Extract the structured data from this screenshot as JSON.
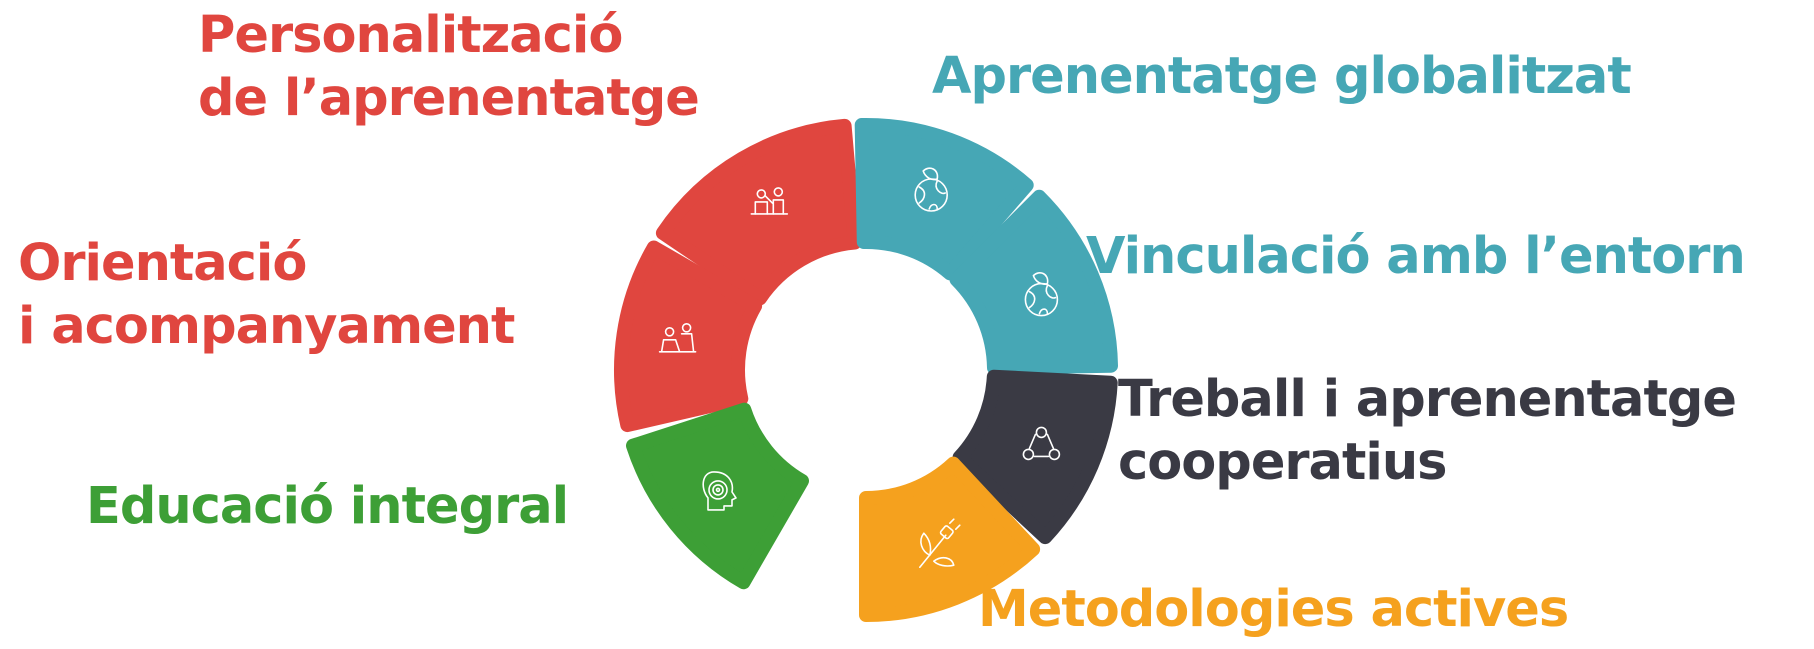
{
  "segments": [
    {
      "id": "personalitzacio",
      "lines": [
        "Personalització",
        "de l’aprenentatge"
      ],
      "color": "#e0463f",
      "icon": "teacher-student-icon"
    },
    {
      "id": "orientacio",
      "lines": [
        "Orientació",
        "i acompanyament"
      ],
      "color": "#e0463f",
      "icon": "mentoring-icon"
    },
    {
      "id": "educacio",
      "lines": [
        "Educació integral"
      ],
      "color": "#3d9f36",
      "icon": "head-target-icon"
    },
    {
      "id": "aprenentatge-globalitzat",
      "lines": [
        "Aprenentatge globalitzat"
      ],
      "color": "#46a7b5",
      "icon": "globe-leaf-icon"
    },
    {
      "id": "vinculacio",
      "lines": [
        "Vinculació amb l’entorn"
      ],
      "color": "#46a7b5",
      "icon": "globe-leaf-icon"
    },
    {
      "id": "treball",
      "lines": [
        "Treball i aprenentatge",
        "cooperatius"
      ],
      "color": "#3a3a44",
      "icon": "cooperative-group-icon"
    },
    {
      "id": "metodologies",
      "lines": [
        "Metodologies actives"
      ],
      "color": "#f5a11e",
      "icon": "plant-plug-icon"
    }
  ]
}
